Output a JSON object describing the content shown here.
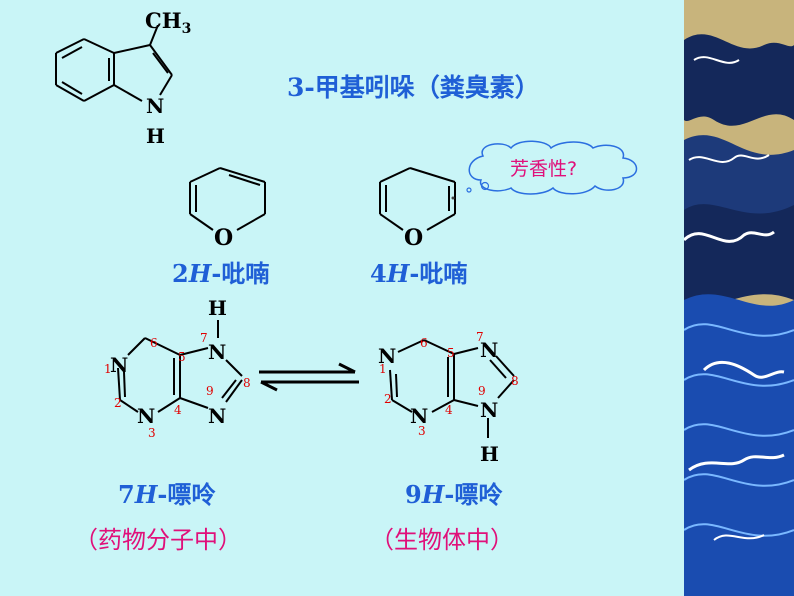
{
  "skatole": {
    "substituent": "CH3",
    "n_label": "N",
    "h_label": "H",
    "name": "3-甲基吲哚（粪臭素）"
  },
  "pyrans": {
    "o_label": "O",
    "left_prefix": "2",
    "left_italic": "H",
    "left_suffix": "-吡喃",
    "right_prefix": "4",
    "right_italic": "H",
    "right_suffix": "-吡喃",
    "bubble": "芳香性?"
  },
  "purine_7h": {
    "atoms": {
      "n1": "N",
      "n3": "N",
      "n7": "N",
      "n9": "N",
      "h": "H"
    },
    "numbers": {
      "n1": "1",
      "c2": "2",
      "n3": "3",
      "c4": "4",
      "c5": "5",
      "c6": "6",
      "n7": "7",
      "c8": "8",
      "n9": "9"
    },
    "name_prefix": "7",
    "name_italic": "H",
    "name_suffix": "-嘌呤",
    "context": "（药物分子中）"
  },
  "purine_9h": {
    "atoms": {
      "n1": "N",
      "n3": "N",
      "n7": "N",
      "n9": "N",
      "h": "H"
    },
    "numbers": {
      "n1": "1",
      "c2": "2",
      "n3": "3",
      "c4": "4",
      "c5": "5",
      "c6": "6",
      "n7": "7",
      "c8": "8",
      "n9": "9"
    },
    "name_prefix": "9",
    "name_italic": "H",
    "name_suffix": "-嘌呤",
    "context": "（生物体中）"
  },
  "colors": {
    "background": "#c9f5f7",
    "label_blue": "#1f5fd6",
    "number_red": "#e00000",
    "bubble_pink": "#e0107a",
    "wave_navy": "#14285a",
    "wave_tan": "#c8b47c"
  }
}
